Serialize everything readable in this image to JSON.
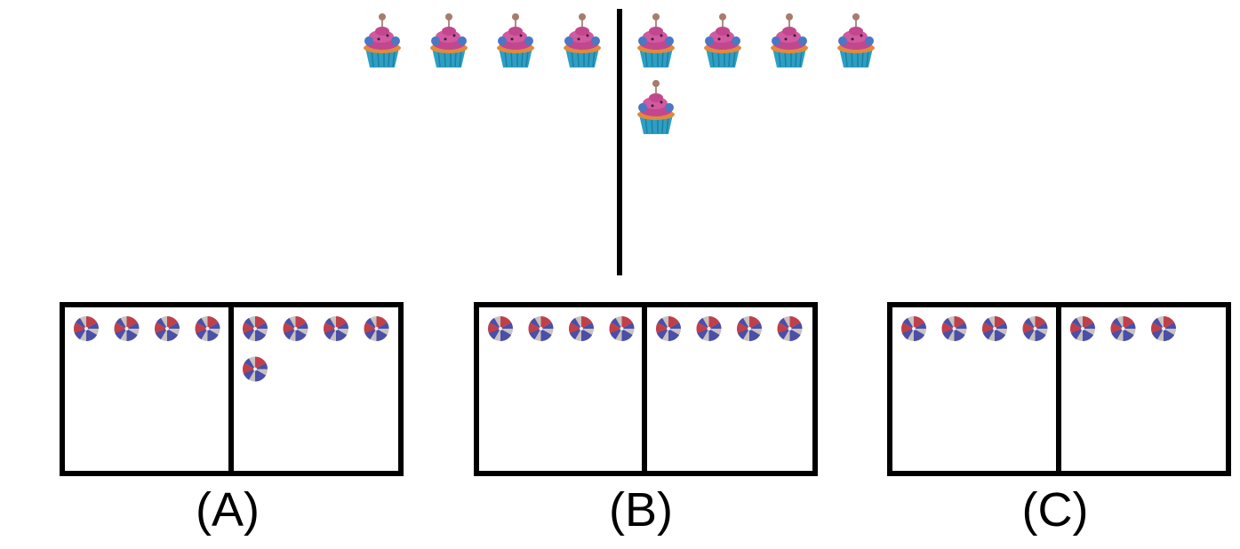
{
  "top_group": {
    "icon": "cupcake-icon",
    "left_count": 4,
    "right_count": 5
  },
  "options": [
    {
      "label": "(A)",
      "icon": "peppermint-candy-icon",
      "left_count": 4,
      "right_count": 5
    },
    {
      "label": "(B)",
      "icon": "peppermint-candy-icon",
      "left_count": 4,
      "right_count": 4
    },
    {
      "label": "(C)",
      "icon": "peppermint-candy-icon",
      "left_count": 4,
      "right_count": 3
    }
  ],
  "colors": {
    "frosting": "#c2478e",
    "cup": "#2e9fc4",
    "candy_red": "#c0404a",
    "candy_blue": "#4a4fa8",
    "candy_grey": "#c8c2c0"
  }
}
